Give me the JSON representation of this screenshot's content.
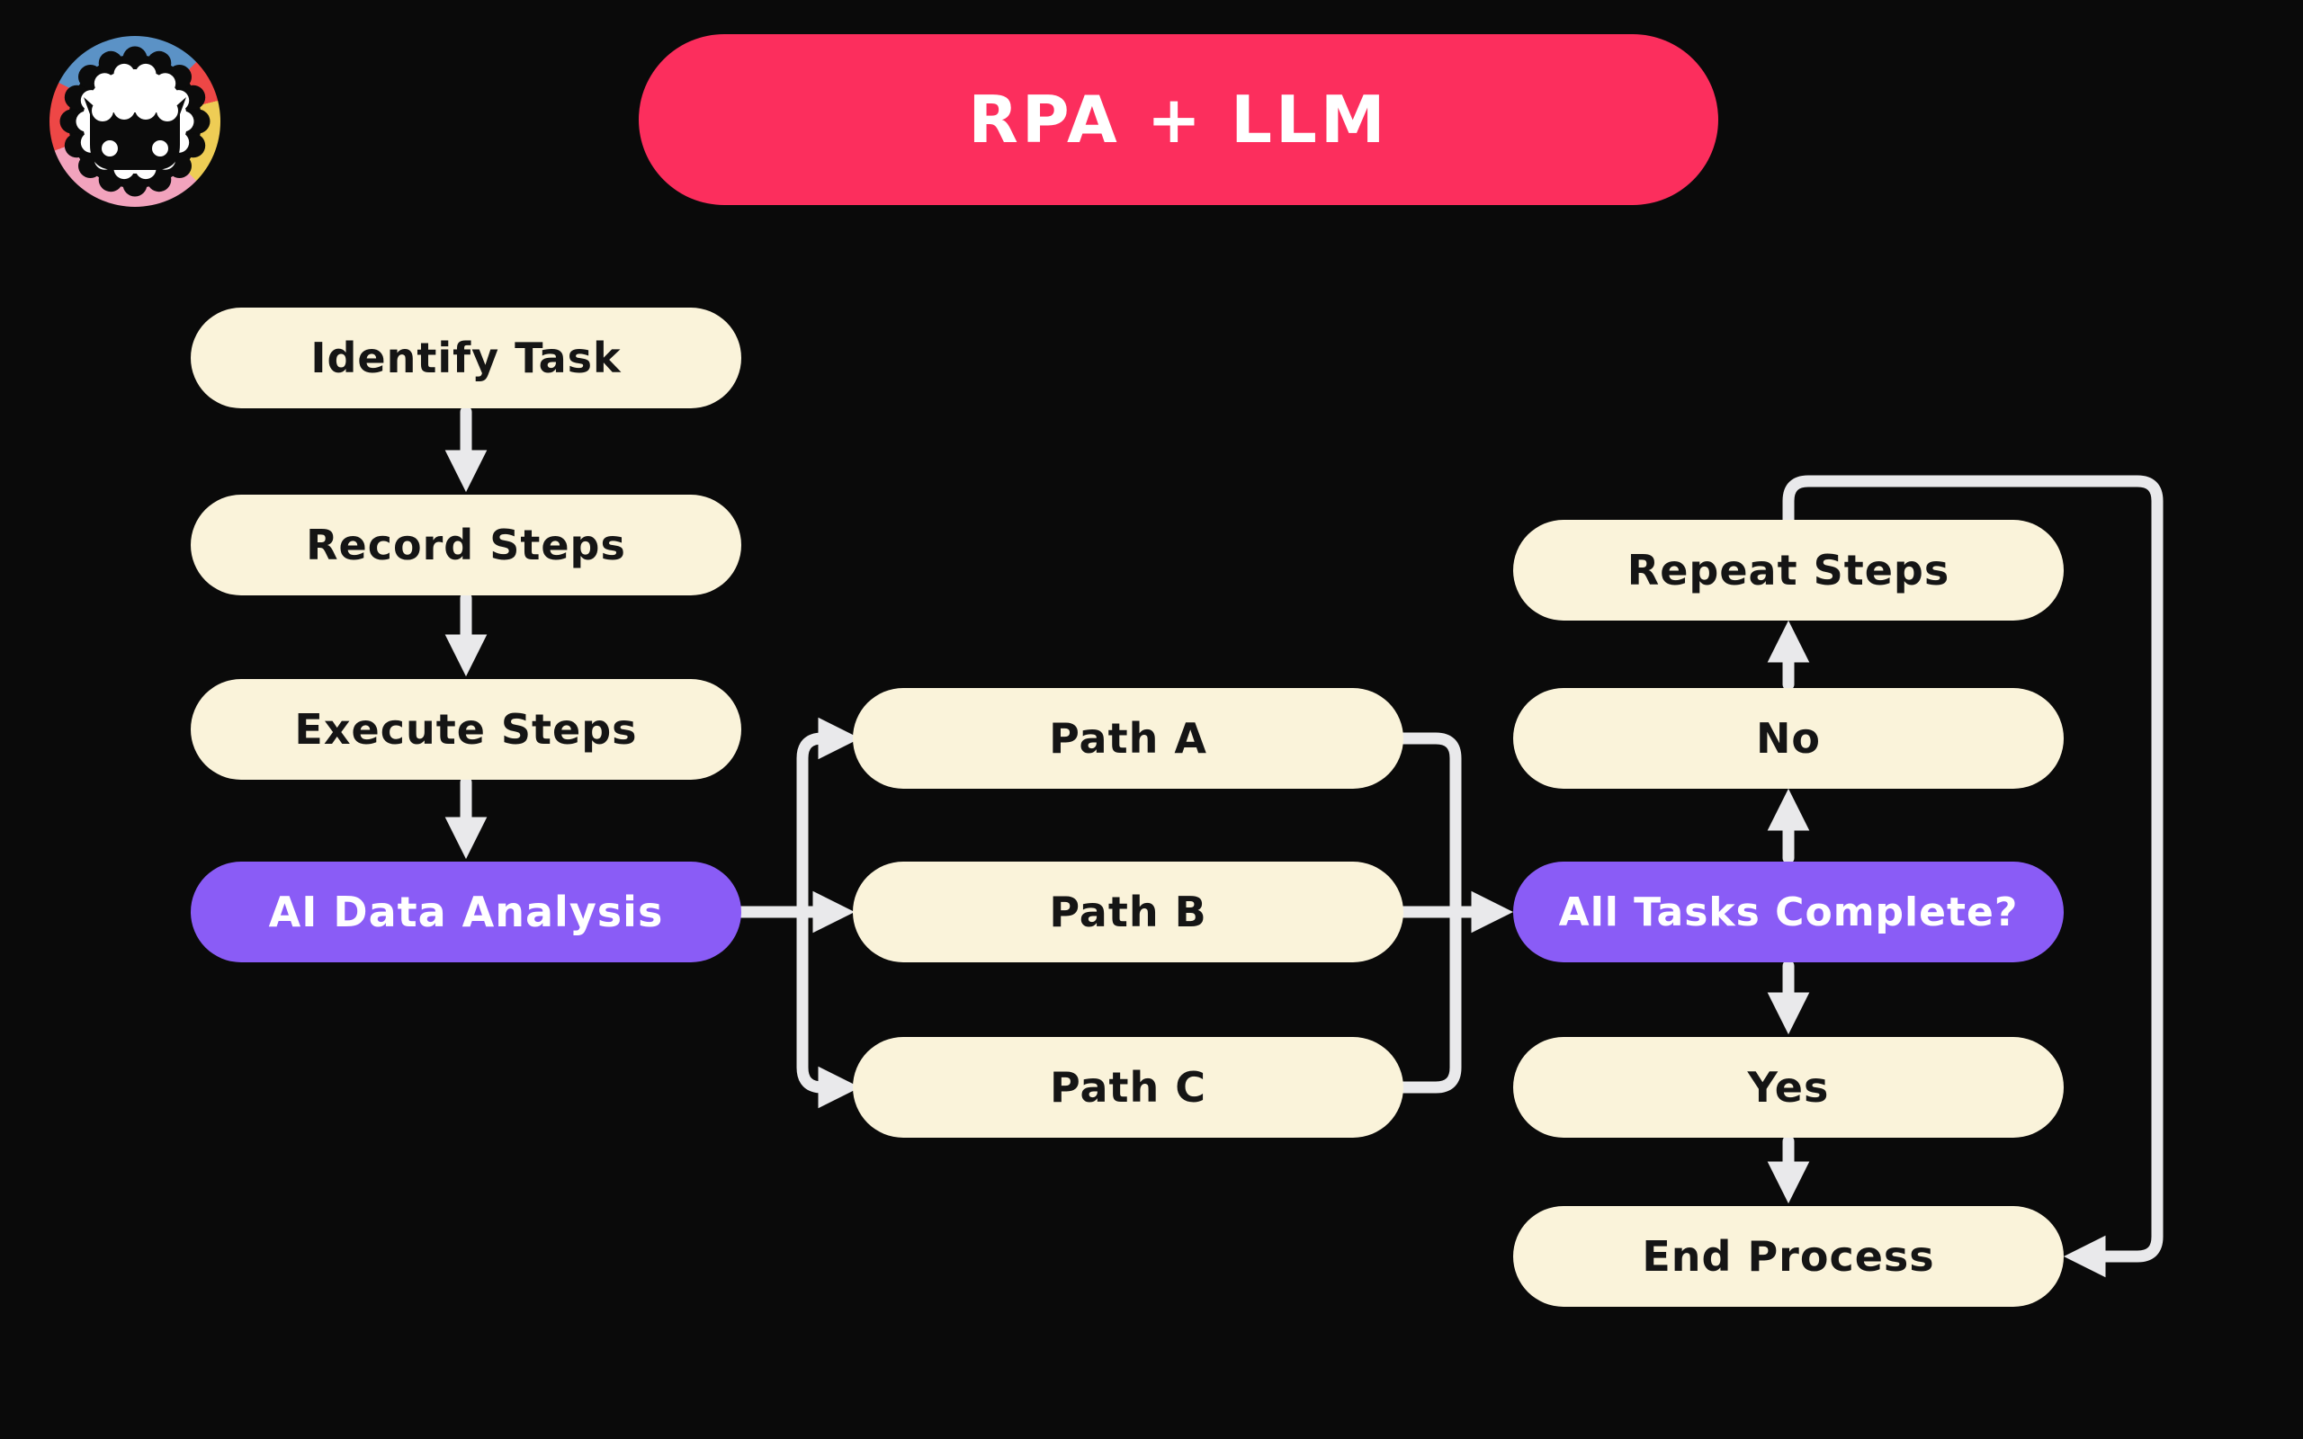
{
  "page": {
    "background": "#0a0a0a"
  },
  "logo": {
    "description": "sheep-avatar",
    "ring_colors": {
      "blue": "#5B92C6",
      "red": "#EE4746",
      "yellow": "#EECD55",
      "pink": "#F2A3BD"
    },
    "face_colors": {
      "wool": "#FFFFFF",
      "skin": "#0B0B0B"
    }
  },
  "title": {
    "label": "RPA + LLM",
    "bg": "#FC2E5D",
    "text_color": "#FFFFFF"
  },
  "palette": {
    "node_default_bg": "#FAF3DA",
    "node_default_text": "#151515",
    "node_accent_bg": "#8A5CF6",
    "node_accent_text": "#FFFFFF",
    "connector": "#E9E9EB"
  },
  "nodes": [
    {
      "id": "identify",
      "label": "Identify Task",
      "variant": "default"
    },
    {
      "id": "record",
      "label": "Record Steps",
      "variant": "default"
    },
    {
      "id": "execute",
      "label": "Execute Steps",
      "variant": "default"
    },
    {
      "id": "ai",
      "label": "AI Data Analysis",
      "variant": "accent"
    },
    {
      "id": "path-a",
      "label": "Path A",
      "variant": "default"
    },
    {
      "id": "path-b",
      "label": "Path B",
      "variant": "default"
    },
    {
      "id": "path-c",
      "label": "Path C",
      "variant": "default"
    },
    {
      "id": "repeat",
      "label": "Repeat Steps",
      "variant": "default"
    },
    {
      "id": "no",
      "label": "No",
      "variant": "default"
    },
    {
      "id": "all-tasks",
      "label": "All Tasks Complete?",
      "variant": "accent"
    },
    {
      "id": "yes",
      "label": "Yes",
      "variant": "default"
    },
    {
      "id": "end",
      "label": "End Process",
      "variant": "default"
    }
  ],
  "edges": [
    {
      "from": "identify",
      "to": "record"
    },
    {
      "from": "record",
      "to": "execute"
    },
    {
      "from": "execute",
      "to": "ai"
    },
    {
      "from": "ai",
      "to": "path-a"
    },
    {
      "from": "ai",
      "to": "path-b"
    },
    {
      "from": "ai",
      "to": "path-c"
    },
    {
      "from": "path-a",
      "to": "all-tasks"
    },
    {
      "from": "path-b",
      "to": "all-tasks"
    },
    {
      "from": "path-c",
      "to": "all-tasks"
    },
    {
      "from": "all-tasks",
      "to": "no"
    },
    {
      "from": "no",
      "to": "repeat"
    },
    {
      "from": "all-tasks",
      "to": "yes"
    },
    {
      "from": "yes",
      "to": "end"
    },
    {
      "from": "repeat",
      "to": "end",
      "via": "outer-loop"
    }
  ]
}
